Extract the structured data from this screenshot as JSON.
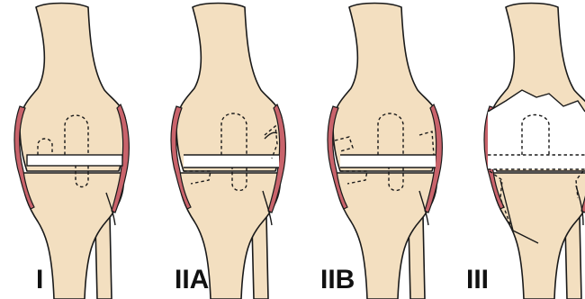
{
  "panels": [
    {
      "id": "I",
      "label": "I"
    },
    {
      "id": "IIA",
      "label": "IIA"
    },
    {
      "id": "IIB",
      "label": "IIB"
    },
    {
      "id": "III",
      "label": "III"
    }
  ],
  "colors": {
    "bone": "#f3dfc0",
    "ligament": "#c9636b",
    "outline": "#1a1a1a",
    "background": "#ffffff"
  }
}
